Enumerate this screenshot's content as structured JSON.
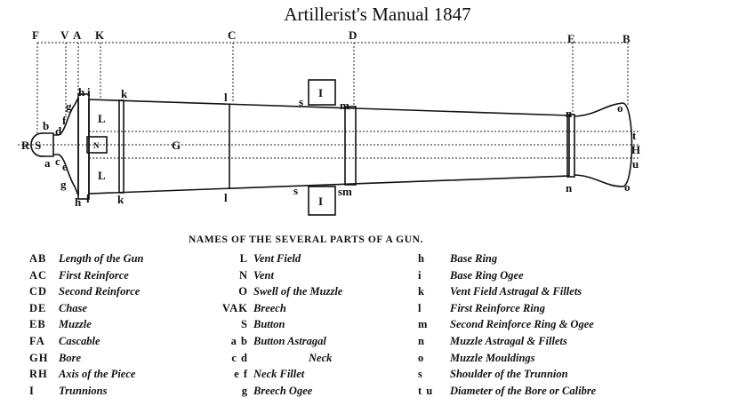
{
  "title": "Artillerist's Manual 1847",
  "diagram_labels": {
    "F": "F",
    "V": "V",
    "A": "A",
    "K": "K",
    "C": "C",
    "D": "D",
    "E": "E",
    "B": "B",
    "R": "R",
    "S": "S",
    "a": "a",
    "b": "b",
    "c": "c",
    "d": "d",
    "e": "e",
    "f": "f",
    "g": "g",
    "h": "h",
    "i": "i",
    "k": "k",
    "l": "l",
    "L": "L",
    "N": "N",
    "G": "G",
    "I": "I",
    "s": "s",
    "m": "m",
    "sm": "sm",
    "n": "n",
    "o": "o",
    "t": "t",
    "H": "H",
    "u": "u"
  },
  "legend": {
    "heading": "NAMES OF THE SEVERAL PARTS OF A GUN.",
    "col1": [
      {
        "code": "AB",
        "name": "Length of the Gun"
      },
      {
        "code": "AC",
        "name": "First Reinforce"
      },
      {
        "code": "CD",
        "name": "Second Reinforce"
      },
      {
        "code": "DE",
        "name": "Chase"
      },
      {
        "code": "EB",
        "name": "Muzzle"
      },
      {
        "code": "FA",
        "name": "Cascable"
      },
      {
        "code": "GH",
        "name": "Bore"
      },
      {
        "code": "RH",
        "name": "Axis of the Piece"
      },
      {
        "code": "I",
        "name": "Trunnions"
      }
    ],
    "col2": [
      {
        "code": "L",
        "name": "Vent Field"
      },
      {
        "code": "N",
        "name": "Vent"
      },
      {
        "code": "O",
        "name": "Swell of the Muzzle"
      },
      {
        "code": "VAK",
        "name": "Breech"
      },
      {
        "code": "S",
        "name": "Button"
      },
      {
        "code": "a b",
        "name": "Button Astragal"
      },
      {
        "code": "c d",
        "name": "Neck"
      },
      {
        "code": "e f",
        "name": "Neck Fillet"
      },
      {
        "code": "g",
        "name": "Breech Ogee"
      }
    ],
    "col3": [
      {
        "code": "h",
        "name": "Base Ring"
      },
      {
        "code": "i",
        "name": "Base Ring Ogee"
      },
      {
        "code": "k",
        "name": "Vent Field Astragal & Fillets"
      },
      {
        "code": "l",
        "name": "First Reinforce Ring"
      },
      {
        "code": "m",
        "name": "Second Reinforce Ring & Ogee"
      },
      {
        "code": "n",
        "name": "Muzzle Astragal & Fillets"
      },
      {
        "code": "o",
        "name": "Muzzle Mouldings"
      },
      {
        "code": "s",
        "name": "Shoulder of the Trunnion"
      },
      {
        "code": "t u",
        "name": "Diameter of the Bore or Calibre"
      }
    ]
  }
}
